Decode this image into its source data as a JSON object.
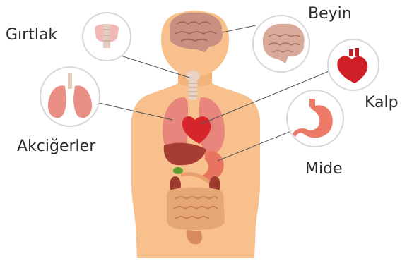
{
  "labels": {
    "larynx": "Gırtlak",
    "brain": "Beyin",
    "heart": "Kalp",
    "lungs": "Akciğerler",
    "stomach": "Mide"
  },
  "colors": {
    "skin": "#f7c08c",
    "skin_shadow": "#eea86e",
    "lung": "#e8857c",
    "heart": "#d6262b",
    "brain": "#c98f80",
    "stomach": "#e8735f",
    "liver": "#a63d33",
    "intestine": "#f0b67d",
    "circle_border": "#d8d8d8"
  }
}
